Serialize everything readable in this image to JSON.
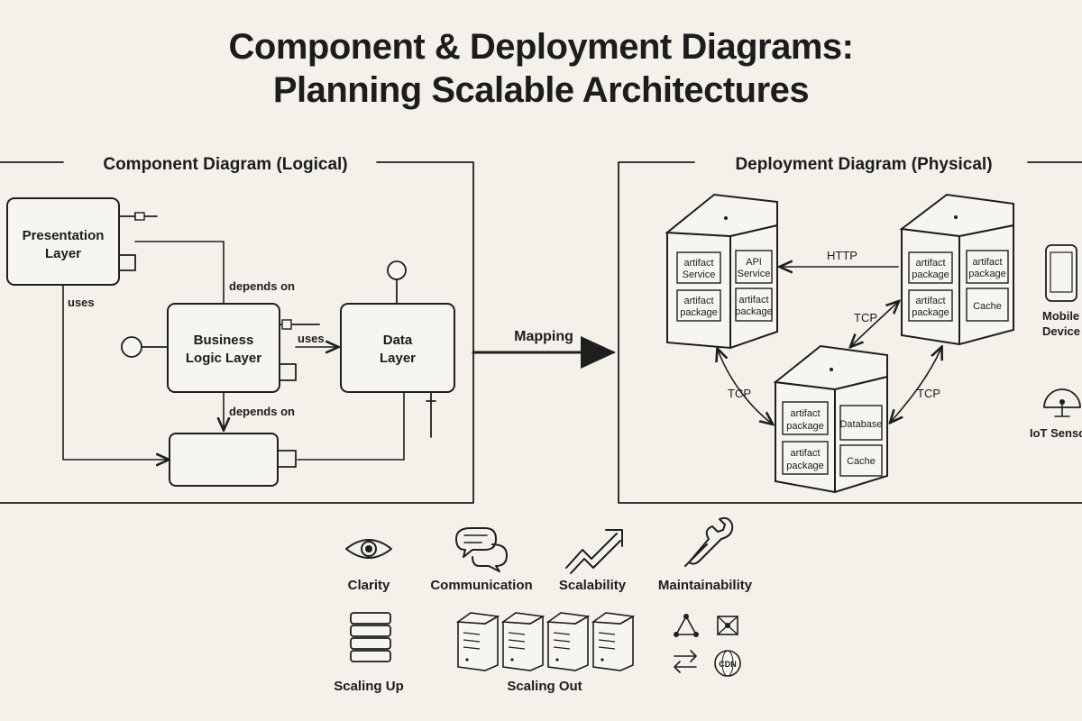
{
  "title": {
    "line1": "Component & Deployment Diagrams:",
    "line2": "Planning Scalable Architectures"
  },
  "component_diagram": {
    "heading": "Component Diagram (Logical)",
    "nodes": {
      "presentation": {
        "line1": "Presentation",
        "line2": "Layer"
      },
      "business": {
        "line1": "Business",
        "line2": "Logic Layer"
      },
      "data": {
        "line1": "Data",
        "line2": "Layer"
      }
    },
    "edges": {
      "uses_left": "uses",
      "depends_on_top": "depends on",
      "uses_mid": "uses",
      "depends_on_bottom": "depends on"
    }
  },
  "mapping_label": "Mapping",
  "deployment_diagram": {
    "heading": "Deployment Diagram (Physical)",
    "server_left": {
      "artifact1": {
        "line1": "artifact",
        "line2": "Service"
      },
      "artifact2": {
        "line1": "artifact",
        "line2": "package"
      },
      "api": {
        "line1": "API",
        "line2": "Service"
      },
      "artifact3": {
        "line1": "artifact",
        "line2": "package"
      }
    },
    "server_right": {
      "artifact1": {
        "line1": "artifact",
        "line2": "package"
      },
      "artifact2": {
        "line1": "artifact",
        "line2": "package"
      },
      "artifact3": {
        "line1": "artifact",
        "line2": "package"
      },
      "cache": "Cache"
    },
    "server_bottom": {
      "artifact1": {
        "line1": "artifact",
        "line2": "package"
      },
      "artifact2": {
        "line1": "artifact",
        "line2": "package"
      },
      "database": "Database",
      "cache": "Cache"
    },
    "links": {
      "http": "HTTP",
      "tcp_right": "TCP",
      "tcp_left": "TCP",
      "tcp_bottom_right": "TCP"
    },
    "devices": {
      "mobile_line1": "Mobile",
      "mobile_line2": "Device",
      "iot": "IoT Sensor"
    }
  },
  "benefits": [
    {
      "label": "Clarity",
      "icon": "eye-icon"
    },
    {
      "label": "Communication",
      "icon": "speech-bubbles-icon"
    },
    {
      "label": "Scalability",
      "icon": "trend-up-icon"
    },
    {
      "label": "Maintainability",
      "icon": "wrench-icon"
    }
  ],
  "scaling": {
    "up": {
      "label": "Scaling Up",
      "icon": "stacked-servers-icon"
    },
    "out": {
      "label": "Scaling Out",
      "icon": "server-row-icon"
    },
    "network_icons": [
      "network-triangle-icon",
      "network-mesh-icon",
      "sync-arrows-icon",
      "cdn-globe-icon"
    ],
    "cdn_text": "CDN"
  },
  "colors": {
    "background": "#f3f1ea",
    "ink": "#1e1e1e",
    "box": "#f7f5ef"
  }
}
